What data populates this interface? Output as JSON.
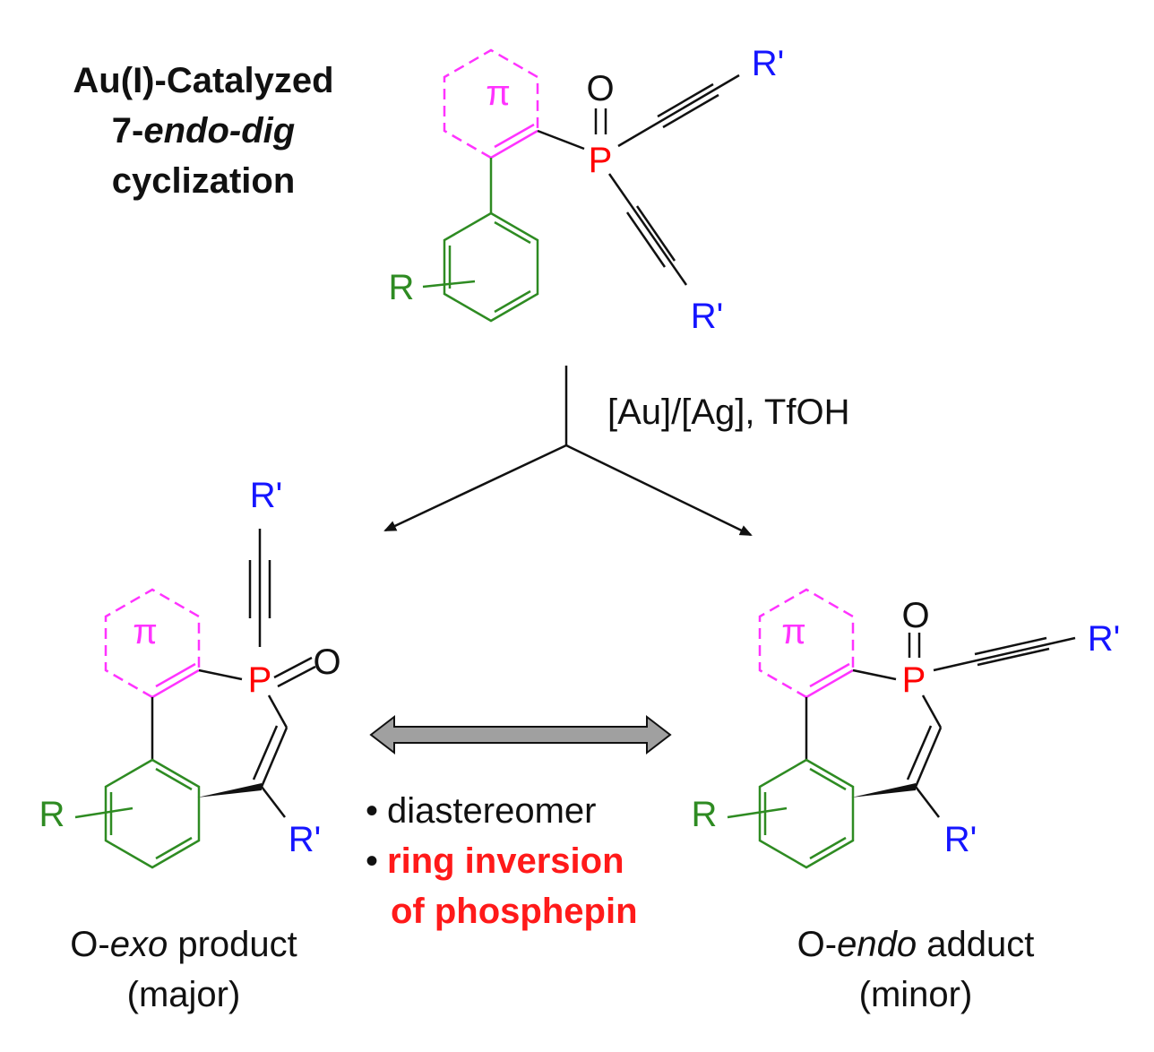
{
  "colors": {
    "pi_ring": "#ff33ff",
    "aryl": "#2e8b22",
    "phosphorus": "#ff0000",
    "substituent": "#1515ff",
    "bond": "#111111",
    "emphasis": "#ff1a1a",
    "double_arrow_fill": "#a0a0a0"
  },
  "atoms": {
    "R": "R",
    "R_prime": "R'",
    "P": "P",
    "O": "O",
    "pi": "π"
  },
  "title": {
    "line1": "Au(I)-Catalyzed",
    "line2_prefix": "7-",
    "line2_italic": "endo-dig",
    "line3": "cyclization"
  },
  "conditions": "[Au]/[Ag], TfOH",
  "notes": {
    "bullet": "•",
    "item1": "diastereomer",
    "item2_line1": "ring inversion",
    "item2_line2": "of phosphepin"
  },
  "products": {
    "left": {
      "prefix": "O-",
      "italic": "exo",
      "suffix": " product",
      "tag": "(major)"
    },
    "right": {
      "prefix": "O-",
      "italic": "endo",
      "suffix": " adduct",
      "tag": "(minor)"
    }
  }
}
